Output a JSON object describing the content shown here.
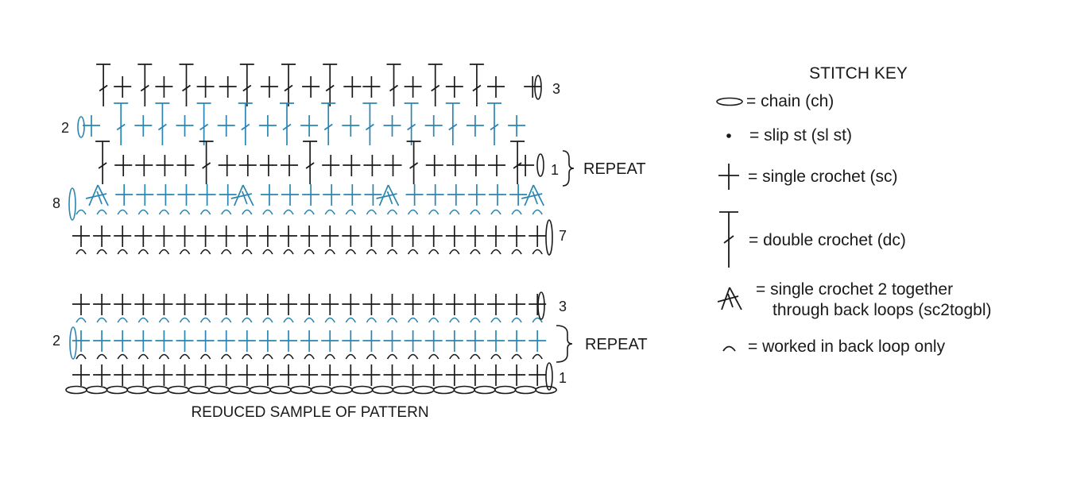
{
  "colors": {
    "black": "#1a1a1a",
    "blue": "#2a86b0"
  },
  "top_chart": {
    "row_labels": {
      "row3": "3",
      "row2": "2",
      "row1": "1",
      "row8": "8",
      "row7": "7"
    },
    "repeat_label": "REPEAT"
  },
  "bottom_chart": {
    "row_labels": {
      "row3": "3",
      "row2": "2",
      "row1": "1"
    },
    "repeat_label": "REPEAT",
    "caption": "REDUCED SAMPLE OF PATTERN"
  },
  "stitch_key": {
    "title": "STITCH KEY",
    "items": [
      {
        "icon": "chain-icon",
        "label": "= chain (ch)"
      },
      {
        "icon": "slip-stitch-icon",
        "label": "= slip st (sl st)"
      },
      {
        "icon": "single-crochet-icon",
        "label": "= single crochet (sc)"
      },
      {
        "icon": "double-crochet-icon",
        "label": "= double crochet (dc)"
      },
      {
        "icon": "sc2togbl-icon",
        "label_line1": "= single crochet 2 together",
        "label_line2": "through back loops (sc2togbl)"
      },
      {
        "icon": "back-loop-icon",
        "label": "= worked in back loop only"
      }
    ]
  }
}
